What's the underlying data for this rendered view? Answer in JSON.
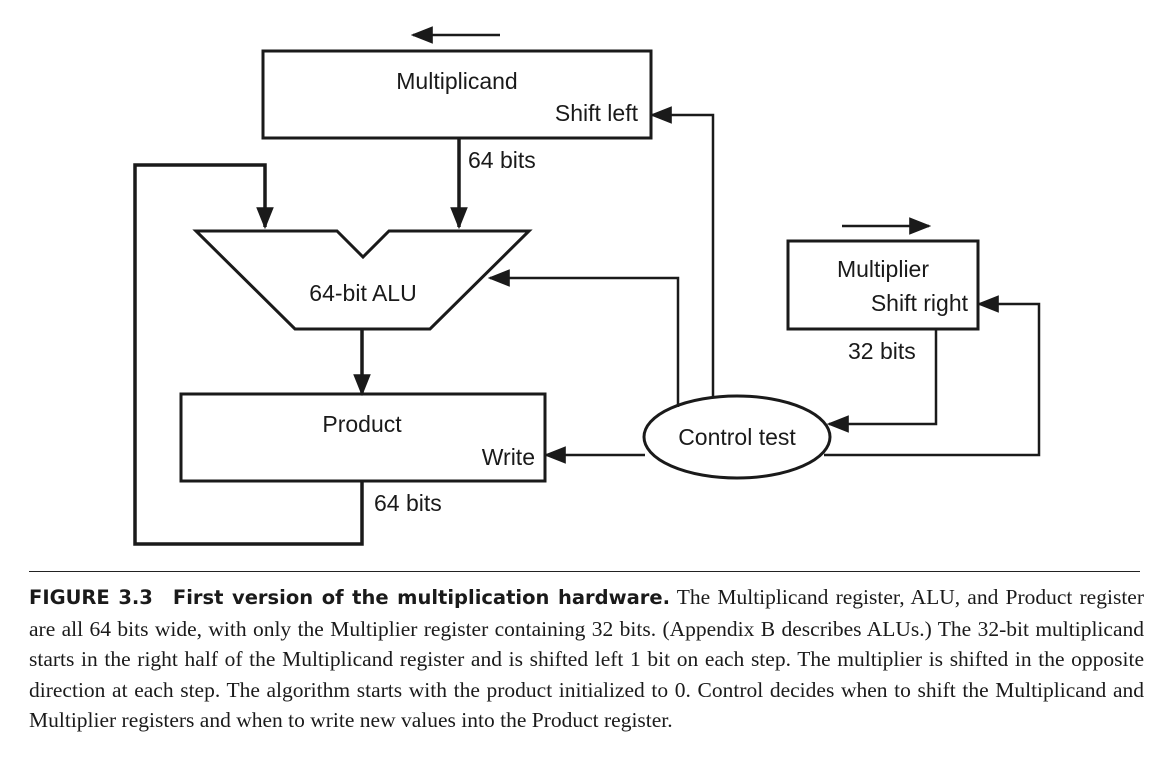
{
  "diagram": {
    "multiplicand": {
      "name": "Multiplicand",
      "action": "Shift left"
    },
    "multiplicand_bus": "64 bits",
    "alu": {
      "name": "64-bit ALU"
    },
    "product": {
      "name": "Product",
      "action": "Write"
    },
    "product_bus": "64 bits",
    "multiplier": {
      "name": "Multiplier",
      "action": "Shift right"
    },
    "multiplier_bus": "32 bits",
    "control": {
      "name": "Control test"
    }
  },
  "caption": {
    "label": "FIGURE 3.3",
    "title": "First version of the multiplication hardware.",
    "body": "The Multiplicand register, ALU, and Product register are all 64 bits wide, with only the Multiplier register containing 32 bits. (Appendix B describes ALUs.) The 32-bit multiplicand starts in the right half of the Multiplicand register and is shifted left 1 bit on each step. The multiplier is shifted in the opposite direction at each step. The algorithm starts with the product initialized to 0. Control decides when to shift the Multiplicand and Multiplier registers and when to write new values into the Product register."
  }
}
